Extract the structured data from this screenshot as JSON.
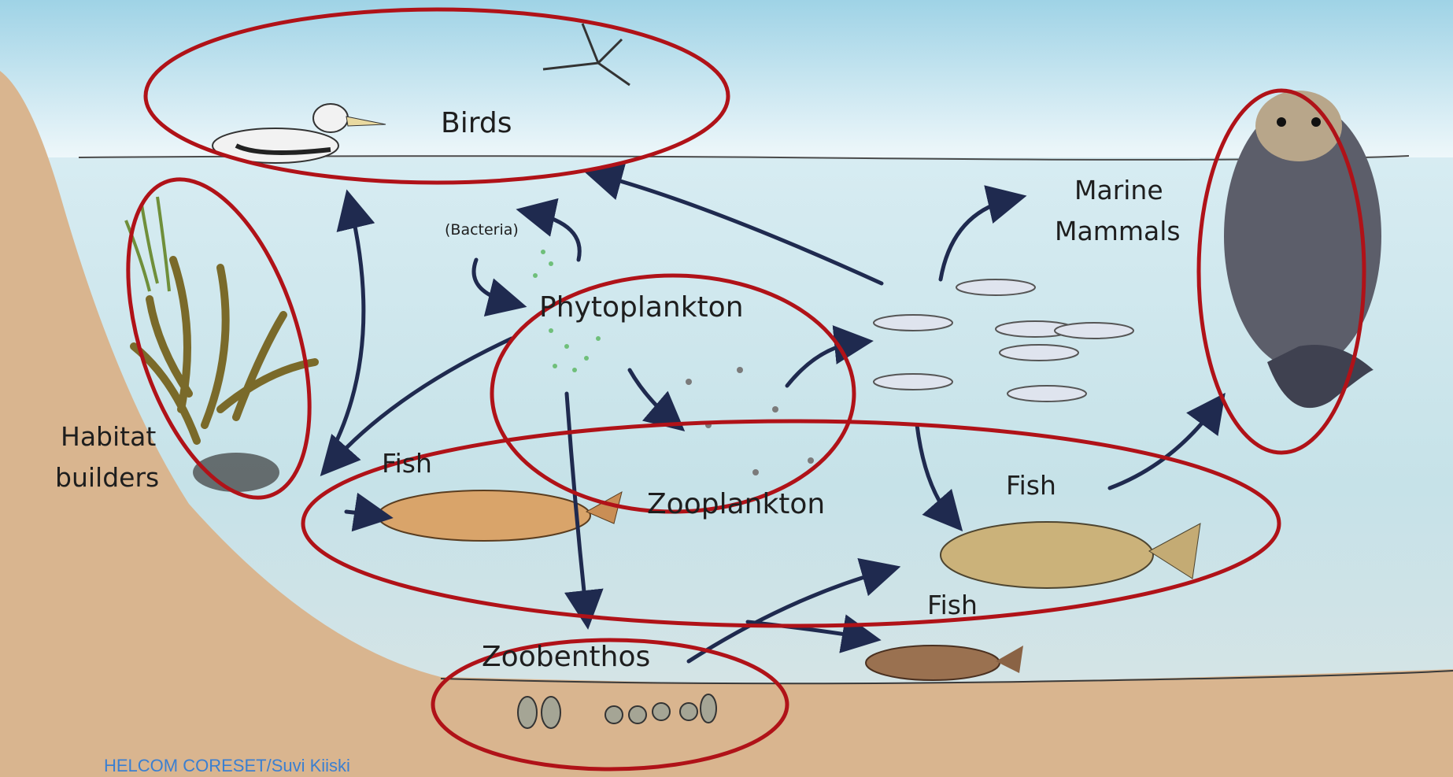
{
  "diagram": {
    "labels": {
      "birds": "Birds",
      "bacteria": "(Bacteria)",
      "phytoplankton": "Phytoplankton",
      "zooplankton": "Zooplankton",
      "marine_mammals_1": "Marine",
      "marine_mammals_2": "Mammals",
      "habitat_builders_1": "Habitat",
      "habitat_builders_2": "builders",
      "fish_left": "Fish",
      "fish_right": "Fish",
      "fish_bottom": "Fish",
      "zoobenthos": "Zoobenthos"
    },
    "credit": "HELCOM CORESET/Suvi Kiiski"
  },
  "colors": {
    "highlight_ellipse": "#b01218",
    "arrow": "#1f2a4f",
    "water": "#cfe6ee",
    "seabed": "#d9b58f",
    "sky": "#e8f4f8"
  }
}
